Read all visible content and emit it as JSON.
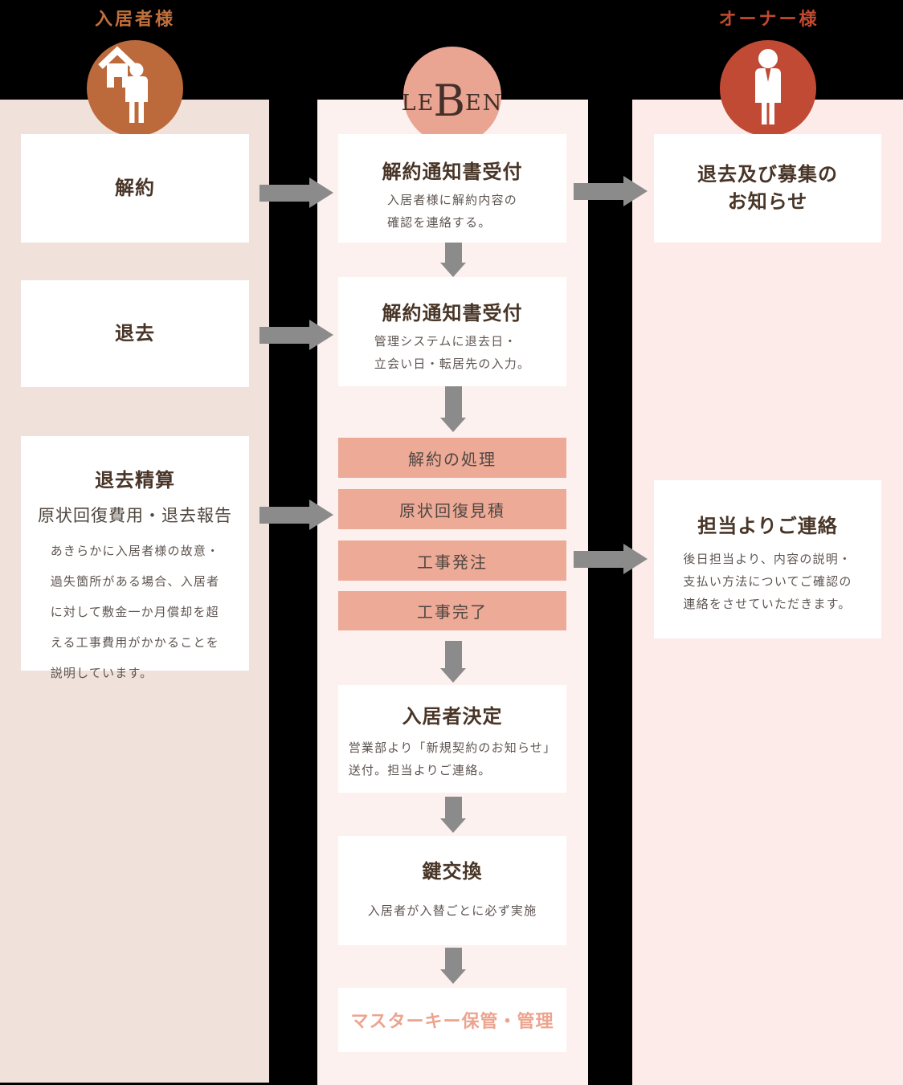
{
  "colors": {
    "background": "#000000",
    "tenant_column_bg": "#f0e1db",
    "leben_column_bg": "#fcf1ee",
    "owner_column_bg": "#fcebe8",
    "tenant_accent": "#bc693c",
    "tenant_header_text": "#c2703b",
    "owner_accent": "#c04a33",
    "leben_circle": "#e9a492",
    "step_box_bg": "#edaa96",
    "arrow": "#8b8b8b",
    "title_text": "#483527",
    "body_text": "#5e5551",
    "masterkey_text": "#eca48f"
  },
  "headers": {
    "tenant": "入居者様",
    "owner": "オーナー様"
  },
  "logo": {
    "le": "LE",
    "b": "B",
    "en": "EN"
  },
  "tenant": {
    "box1": {
      "title": "解約"
    },
    "box2": {
      "title": "退去"
    },
    "box3": {
      "title": "退去精算",
      "subtitle": "原状回復費用・退去報告",
      "body": [
        "あきらかに入居者様の故意・",
        "過失箇所がある場合、入居者",
        "に対して敷金一か月償却を超",
        "える工事費用がかかることを",
        "説明しています。"
      ]
    }
  },
  "leben": {
    "box1": {
      "title": "解約通知書受付",
      "body": [
        "入居者様に解約内容の",
        "確認を連絡する。"
      ]
    },
    "box2": {
      "title": "解約通知書受付",
      "body": [
        "管理システムに退去日・",
        "立会い日・転居先の入力。"
      ]
    },
    "steps": [
      "解約の処理",
      "原状回復見積",
      "工事発注",
      "工事完了"
    ],
    "box3": {
      "title": "入居者決定",
      "body": [
        "営業部より「新規契約のお知らせ」",
        "送付。担当よりご連絡。"
      ]
    },
    "box4": {
      "title": "鍵交換",
      "body": [
        "入居者が入替ごとに必ず実施"
      ]
    },
    "box5": {
      "title": "マスターキー保管・管理"
    }
  },
  "owner": {
    "box1": {
      "title": [
        "退去及び募集の",
        "お知らせ"
      ]
    },
    "box2": {
      "title": "担当よりご連絡",
      "body": [
        "後日担当より、内容の説明・",
        "支払い方法についてご確認の",
        "連絡をさせていただきます。"
      ]
    }
  }
}
